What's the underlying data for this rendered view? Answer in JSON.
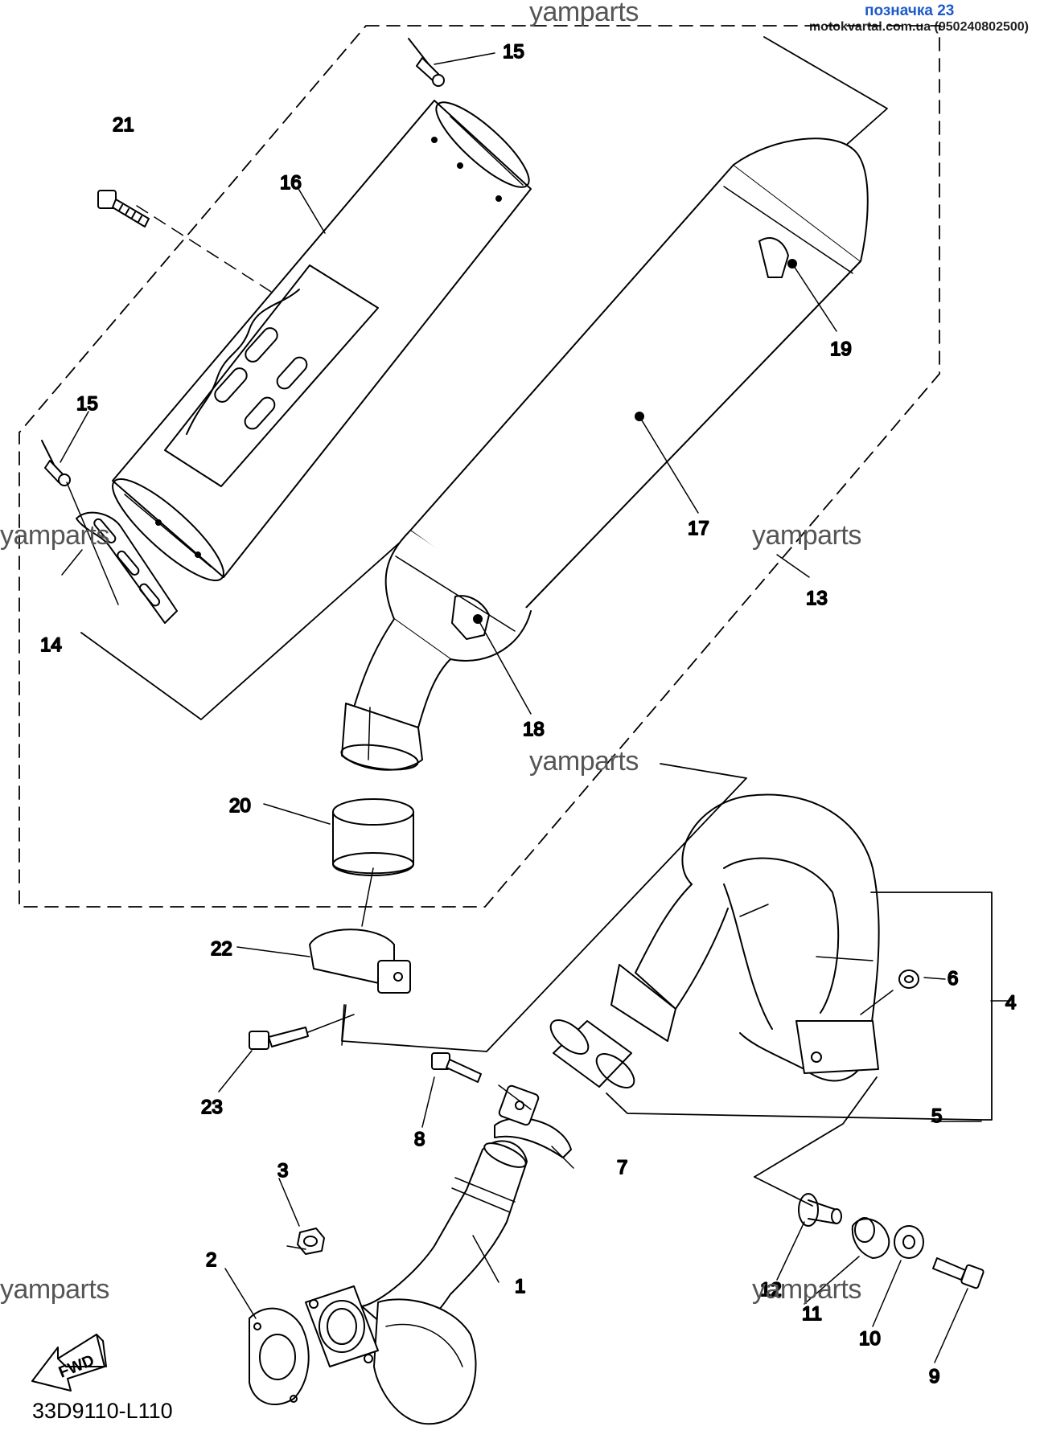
{
  "header": {
    "tag": "позначка 23",
    "source": "motokvartal.com.ua (950240802500)"
  },
  "watermarks": [
    "yamparts",
    "yamparts",
    "yamparts",
    "yamparts",
    "yamparts",
    "yamparts"
  ],
  "callouts": [
    "1",
    "2",
    "3",
    "4",
    "5",
    "6",
    "7",
    "8",
    "9",
    "10",
    "11",
    "12",
    "13",
    "14",
    "15",
    "15",
    "16",
    "17",
    "18",
    "19",
    "20",
    "21",
    "22",
    "23"
  ],
  "fwd_label": "FWD",
  "diagram_code": "33D9110-L110",
  "colors": {
    "line": "#000000",
    "tag": "#1d5bc9",
    "watermark": "#555555"
  }
}
